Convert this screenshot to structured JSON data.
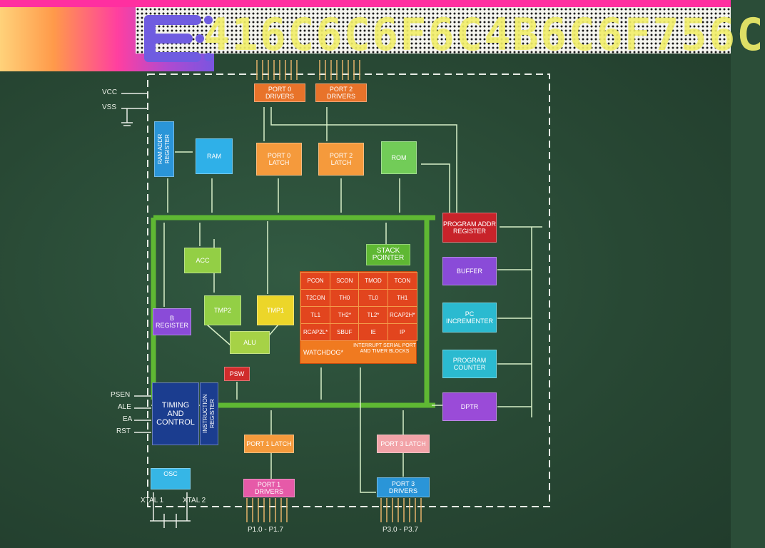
{
  "header": {
    "hex_string": "416C6C6F6C4B6C6F756C"
  },
  "blocks": {
    "port0_drivers": "PORT 0 DRIVERS",
    "port2_drivers": "PORT 2 DRIVERS",
    "ram_addr_register": "RAM ADDR REGISTER",
    "ram": "RAM",
    "port0_latch": "PORT 0 LATCH",
    "port2_latch": "PORT 2 LATCH",
    "rom": "ROM",
    "program_addr_register": "PROGRAM ADDR REGISTER",
    "stack_pointer": "STACK POINTER",
    "acc": "ACC",
    "buffer": "BUFFER",
    "b_register": "B REGISTER",
    "tmp2": "TMP2",
    "tmp1": "TMP1",
    "pc_incrementer": "PC INCREMENTER",
    "alu": "ALU",
    "psw": "PSW",
    "program_counter": "PROGRAM COUNTER",
    "timing_and_control": "TIMING AND CONTROL",
    "instruction_register": "INSTRUCTION REGISTER",
    "dptr": "DPTR",
    "port1_latch": "PORT 1 LATCH",
    "port3_latch": "PORT 3 LATCH",
    "osc": "OSC",
    "port1_drivers": "PORT 1 DRIVERS",
    "port3_drivers": "PORT 3 DRIVERS"
  },
  "sfr_grid": [
    [
      "PCON",
      "SCON",
      "TMOD",
      "TCON"
    ],
    [
      "T2CON",
      "TH0",
      "TL0",
      "TH1"
    ],
    [
      "TL1",
      "TH2*",
      "TL2*",
      "RCAP2H*"
    ],
    [
      "RCAP2L*",
      "SBUF",
      "IE",
      "IP"
    ]
  ],
  "sfr_footer": {
    "watchdog": "WATCHDOG*",
    "interrupt_block": "INTERRUPT SERIAL PORT AND TIMER BLOCKS"
  },
  "pins": {
    "vcc": "VCC",
    "vss": "VSS",
    "psen": "PSEN",
    "ale": "ALE",
    "ea": "EA",
    "rst": "RST",
    "xtal1": "XTAL 1",
    "xtal2": "XTAL 2",
    "p1_range": "P1.0 - P1.7",
    "p3_range": "P3.0 - P3.7"
  },
  "colors": {
    "bus": "#5fb833",
    "board": "#2b4d38",
    "accent_pink": "#ff2fa0"
  }
}
